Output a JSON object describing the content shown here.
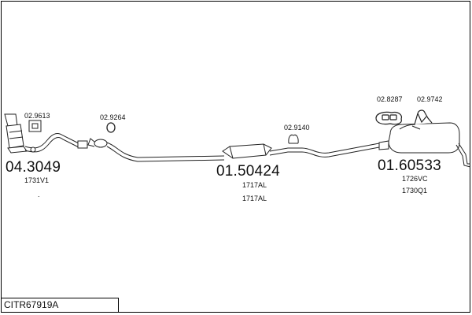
{
  "diagram_code": "CITR67919A",
  "parts": {
    "front_section": {
      "number": "04.3049",
      "ref": "1731V1"
    },
    "middle_section": {
      "number": "01.50424",
      "refs": [
        "1717AL",
        "1717AL"
      ]
    },
    "rear_section": {
      "number": "01.60533",
      "refs": [
        "1726VC",
        "1730Q1"
      ]
    }
  },
  "accessories": {
    "gasket_front": "02.9613",
    "clamp_mid": "02.9264",
    "hanger_mid": "02.9140",
    "rubber_rear_a": "02.8287",
    "rubber_rear_b": "02.9742"
  },
  "dot_mark": "."
}
